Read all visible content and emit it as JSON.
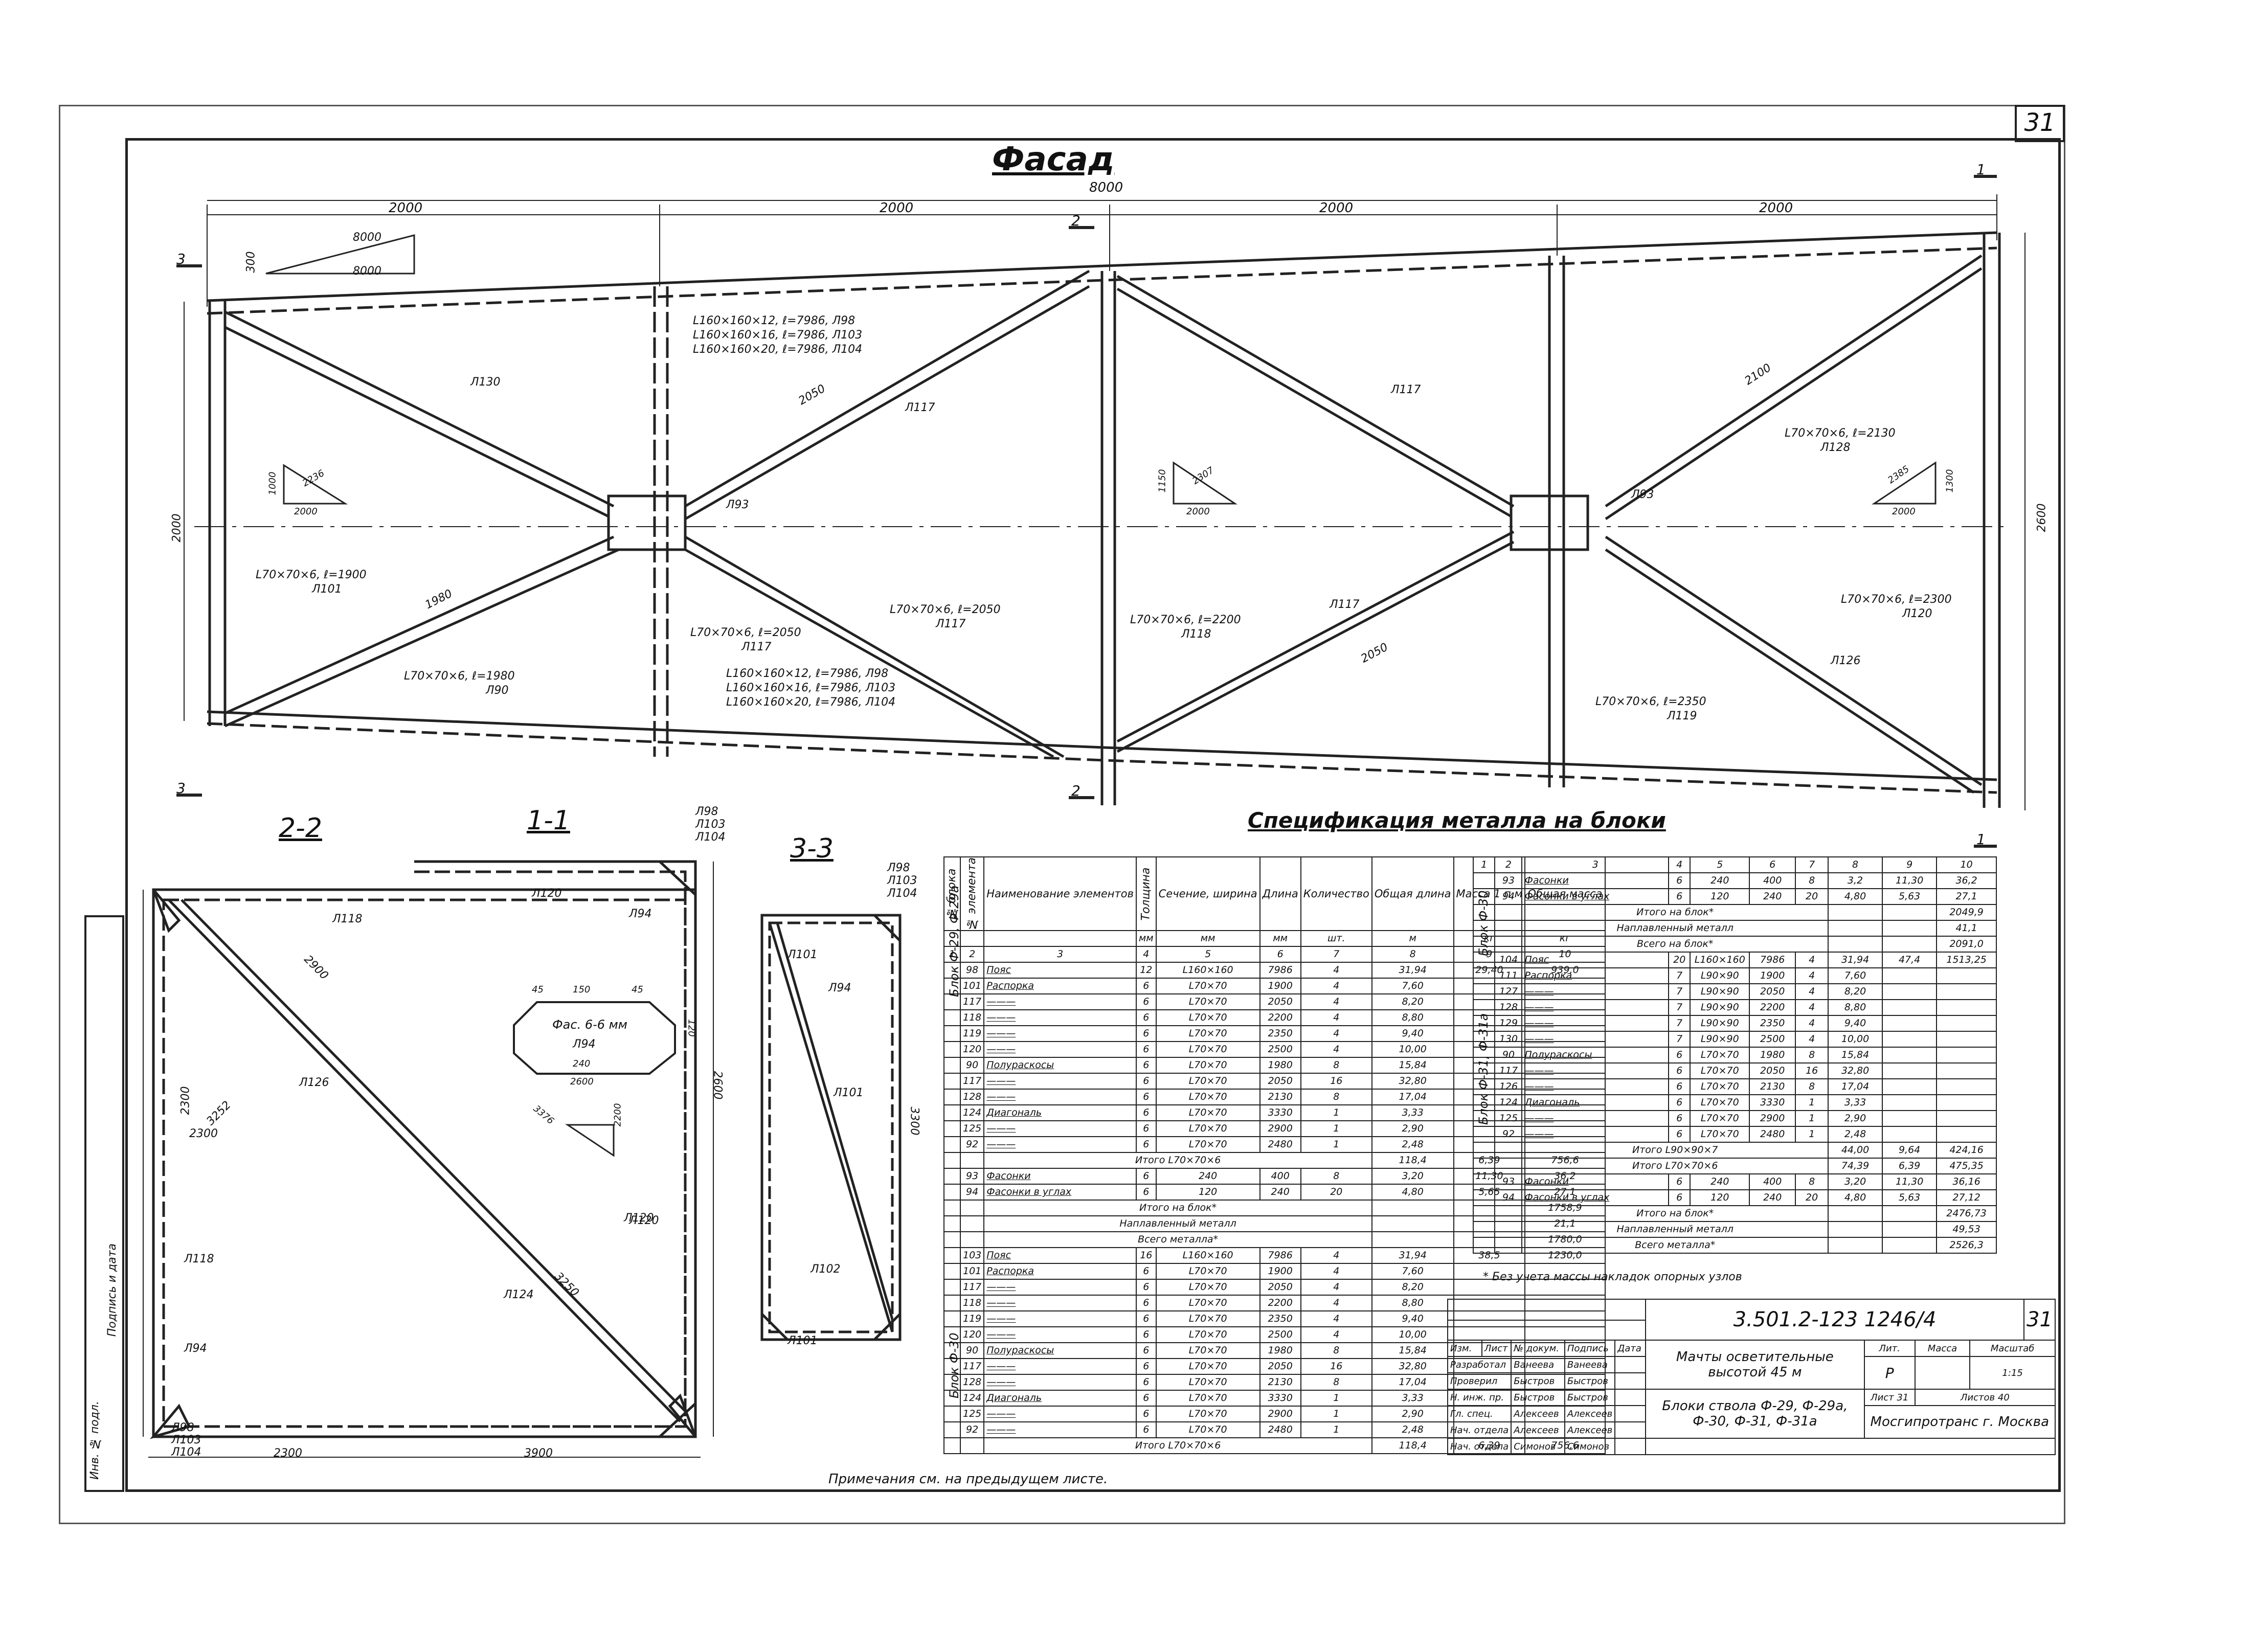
{
  "sheet": {
    "sheet_number": "31",
    "note": "Примечания см. на предыдущем листе."
  },
  "facade": {
    "title": "Фасад",
    "overall_dim": "8000",
    "panel_dims": [
      "2000",
      "2000",
      "2000",
      "2000"
    ],
    "height_left": "2000",
    "height_right": "2600",
    "slope_small": {
      "top": "8000",
      "bottom": "8000",
      "side": "300"
    },
    "section_marks": [
      "1",
      "2",
      "3"
    ],
    "labels": {
      "chord_top": "L160×160×12, ℓ=7986, Л98",
      "chord_top2": "L160×160×16, ℓ=7986, Л103",
      "chord_top3": "L160×160×20, ℓ=7986, Л104",
      "chord_bot": "L160×160×12, ℓ=7986, Л98",
      "chord_bot2": "L160×160×16, ℓ=7986, Л103",
      "chord_bot3": "L160×160×20, ℓ=7986, Л104",
      "m130": "Л130",
      "m117a": "Л117",
      "m117b": "Л117",
      "m117c": "Л117",
      "m93a": "Л93",
      "m93b": "Л93",
      "m101": "L70×70×6, ℓ=1900",
      "m101b": "Л101",
      "m90": "L70×70×6, ℓ=1980",
      "m90b": "Л90",
      "m117d": "L70×70×6, ℓ=2050",
      "m117db": "Л117",
      "m117e": "L70×70×6, ℓ=2050",
      "m117eb": "Л117",
      "m118": "L70×70×6, ℓ=2200",
      "m118b": "Л118",
      "m128": "L70×70×6, ℓ=2130",
      "m128b": "Л128",
      "m120": "L70×70×6, ℓ=2300",
      "m120b": "Л120",
      "m119": "L70×70×6, ℓ=2350",
      "m119b": "Л119",
      "m126": "Л126",
      "d1980": "1980",
      "d2050a": "2050",
      "d2050b": "2050",
      "d2100": "2100",
      "tri1": {
        "a": "1000",
        "b": "2000",
        "c": "2236"
      },
      "tri2": {
        "a": "1150",
        "b": "2000",
        "c": "2307"
      },
      "tri3": {
        "a": "1300",
        "b": "2000",
        "c": "2385"
      }
    }
  },
  "sections": {
    "s22": {
      "title": "2-2",
      "d1": "2300",
      "d2": "2300",
      "d3": "3252",
      "d4": "2300",
      "dims_bottom": "2300",
      "m118": "Л118",
      "m120": "Л120",
      "m126": "Л126",
      "m124": "Л124",
      "m94": "Л94",
      "m98": "Л98",
      "m103": "Л103",
      "m104": "Л104",
      "m3250": "3250",
      "m2900": "2900"
    },
    "s11": {
      "title": "1-1",
      "d1": "2600",
      "d2": "3900",
      "m120": "Л120",
      "m94": "Л94",
      "m98": "Л98",
      "m103": "Л103",
      "m104": "Л104",
      "gusset": "Фас. 6-6 мм",
      "gusset_no": "Л94",
      "g_w": "150",
      "g_45a": "45",
      "g_45b": "45",
      "g_120": "120",
      "g_240": "240",
      "g_2600": "2600",
      "g_2200": "2200",
      "g_3376": "3376"
    },
    "s33": {
      "title": "3-3",
      "d1": "3300",
      "m98": "Л98",
      "m103": "Л103",
      "m104": "Л104",
      "m101": "Л101",
      "m94": "Л94",
      "m102": "Л102",
      "m101b": "Л101",
      "m101c": "Л101"
    }
  },
  "spec": {
    "title": "Спецификация металла на блоки",
    "headers": [
      "№ блока",
      "№ элемента",
      "Наименование элементов",
      "Толщина",
      "Сечение, ширина",
      "Длина",
      "Количество",
      "Общая длина",
      "Масса 1 п.м",
      "Общая масса"
    ],
    "units": [
      "",
      "",
      "",
      "мм",
      "мм",
      "мм",
      "шт.",
      "м",
      "кг",
      "кг"
    ],
    "col_nums": [
      "1",
      "2",
      "3",
      "4",
      "5",
      "6",
      "7",
      "8",
      "9",
      "10"
    ],
    "block1": "Блок Ф-29, Ф-29а",
    "block2": "Блок Ф-30",
    "block3": "Блок Ф-31, Ф-31а",
    "block4": "Блок Ф-30",
    "left_rows": [
      [
        "98",
        "Пояс",
        "12",
        "L160×160",
        "7986",
        "4",
        "31,94",
        "29,40",
        "939,0"
      ],
      [
        "101",
        "Распорка",
        "6",
        "L70×70",
        "1900",
        "4",
        "7,60",
        "",
        ""
      ],
      [
        "117",
        "———",
        "6",
        "L70×70",
        "2050",
        "4",
        "8,20",
        "",
        ""
      ],
      [
        "118",
        "———",
        "6",
        "L70×70",
        "2200",
        "4",
        "8,80",
        "",
        ""
      ],
      [
        "119",
        "———",
        "6",
        "L70×70",
        "2350",
        "4",
        "9,40",
        "",
        ""
      ],
      [
        "120",
        "———",
        "6",
        "L70×70",
        "2500",
        "4",
        "10,00",
        "",
        ""
      ],
      [
        "90",
        "Полураскосы",
        "6",
        "L70×70",
        "1980",
        "8",
        "15,84",
        "",
        ""
      ],
      [
        "117",
        "———",
        "6",
        "L70×70",
        "2050",
        "16",
        "32,80",
        "",
        ""
      ],
      [
        "128",
        "———",
        "6",
        "L70×70",
        "2130",
        "8",
        "17,04",
        "",
        ""
      ],
      [
        "124",
        "Диагональ",
        "6",
        "L70×70",
        "3330",
        "1",
        "3,33",
        "",
        ""
      ],
      [
        "125",
        "———",
        "6",
        "L70×70",
        "2900",
        "1",
        "2,90",
        "",
        ""
      ],
      [
        "92",
        "———",
        "6",
        "L70×70",
        "2480",
        "1",
        "2,48",
        "",
        ""
      ],
      [
        "",
        "Итого L70×70×6",
        "",
        "",
        "",
        "",
        "118,4",
        "6,39",
        "756,6"
      ],
      [
        "93",
        "Фасонки",
        "6",
        "240",
        "400",
        "8",
        "3,20",
        "11,30",
        "36,2"
      ],
      [
        "94",
        "Фасонки в углах",
        "6",
        "120",
        "240",
        "20",
        "4,80",
        "5,65",
        "27,1"
      ],
      [
        "",
        "Итого на блок*",
        "",
        "",
        "",
        "",
        "",
        "",
        "1758,9"
      ],
      [
        "",
        "Наплавленный металл",
        "",
        "",
        "",
        "",
        "",
        "",
        "21,1"
      ],
      [
        "",
        "Всего металла*",
        "",
        "",
        "",
        "",
        "",
        "",
        "1780,0"
      ],
      [
        "103",
        "Пояс",
        "16",
        "L160×160",
        "7986",
        "4",
        "31,94",
        "38,5",
        "1230,0"
      ],
      [
        "101",
        "Распорка",
        "6",
        "L70×70",
        "1900",
        "4",
        "7,60",
        "",
        ""
      ],
      [
        "117",
        "———",
        "6",
        "L70×70",
        "2050",
        "4",
        "8,20",
        "",
        ""
      ],
      [
        "118",
        "———",
        "6",
        "L70×70",
        "2200",
        "4",
        "8,80",
        "",
        ""
      ],
      [
        "119",
        "———",
        "6",
        "L70×70",
        "2350",
        "4",
        "9,40",
        "",
        ""
      ],
      [
        "120",
        "———",
        "6",
        "L70×70",
        "2500",
        "4",
        "10,00",
        "",
        ""
      ],
      [
        "90",
        "Полураскосы",
        "6",
        "L70×70",
        "1980",
        "8",
        "15,84",
        "",
        ""
      ],
      [
        "117",
        "———",
        "6",
        "L70×70",
        "2050",
        "16",
        "32,80",
        "",
        ""
      ],
      [
        "128",
        "———",
        "6",
        "L70×70",
        "2130",
        "8",
        "17,04",
        "",
        ""
      ],
      [
        "124",
        "Диагональ",
        "6",
        "L70×70",
        "3330",
        "1",
        "3,33",
        "",
        ""
      ],
      [
        "125",
        "———",
        "6",
        "L70×70",
        "2900",
        "1",
        "2,90",
        "",
        ""
      ],
      [
        "92",
        "———",
        "6",
        "L70×70",
        "2480",
        "1",
        "2,48",
        "",
        ""
      ],
      [
        "",
        "Итого L70×70×6",
        "",
        "",
        "",
        "",
        "118,4",
        "6,39",
        "756,6"
      ]
    ],
    "right_rows": [
      [
        "93",
        "Фасонки",
        "6",
        "240",
        "400",
        "8",
        "3,2",
        "11,30",
        "36,2"
      ],
      [
        "94",
        "Фасонки в углах",
        "6",
        "120",
        "240",
        "20",
        "4,80",
        "5,63",
        "27,1"
      ],
      [
        "",
        "Итого на блок*",
        "",
        "",
        "",
        "",
        "",
        "",
        "2049,9"
      ],
      [
        "",
        "Наплавленный металл",
        "",
        "",
        "",
        "",
        "",
        "",
        "41,1"
      ],
      [
        "",
        "Всего на блок*",
        "",
        "",
        "",
        "",
        "",
        "",
        "2091,0"
      ],
      [
        "104",
        "Пояс",
        "20",
        "L160×160",
        "7986",
        "4",
        "31,94",
        "47,4",
        "1513,25"
      ],
      [
        "111",
        "Распорка",
        "7",
        "L90×90",
        "1900",
        "4",
        "7,60",
        "",
        ""
      ],
      [
        "127",
        "———",
        "7",
        "L90×90",
        "2050",
        "4",
        "8,20",
        "",
        ""
      ],
      [
        "128",
        "———",
        "7",
        "L90×90",
        "2200",
        "4",
        "8,80",
        "",
        ""
      ],
      [
        "129",
        "———",
        "7",
        "L90×90",
        "2350",
        "4",
        "9,40",
        "",
        ""
      ],
      [
        "130",
        "———",
        "7",
        "L90×90",
        "2500",
        "4",
        "10,00",
        "",
        ""
      ],
      [
        "90",
        "Полураскосы",
        "6",
        "L70×70",
        "1980",
        "8",
        "15,84",
        "",
        ""
      ],
      [
        "117",
        "———",
        "6",
        "L70×70",
        "2050",
        "16",
        "32,80",
        "",
        ""
      ],
      [
        "126",
        "———",
        "6",
        "L70×70",
        "2130",
        "8",
        "17,04",
        "",
        ""
      ],
      [
        "124",
        "Диагональ",
        "6",
        "L70×70",
        "3330",
        "1",
        "3,33",
        "",
        ""
      ],
      [
        "125",
        "———",
        "6",
        "L70×70",
        "2900",
        "1",
        "2,90",
        "",
        ""
      ],
      [
        "92",
        "———",
        "6",
        "L70×70",
        "2480",
        "1",
        "2,48",
        "",
        ""
      ],
      [
        "",
        "Итого L90×90×7",
        "",
        "",
        "",
        "",
        "44,00",
        "9,64",
        "424,16"
      ],
      [
        "",
        "Итого L70×70×6",
        "",
        "",
        "",
        "",
        "74,39",
        "6,39",
        "475,35"
      ],
      [
        "93",
        "Фасонки",
        "6",
        "240",
        "400",
        "8",
        "3,20",
        "11,30",
        "36,16"
      ],
      [
        "94",
        "Фасонки в углах",
        "6",
        "120",
        "240",
        "20",
        "4,80",
        "5,63",
        "27,12"
      ],
      [
        "",
        "Итого на блок*",
        "",
        "",
        "",
        "",
        "",
        "",
        "2476,73"
      ],
      [
        "",
        "Наплавленный металл",
        "",
        "",
        "",
        "",
        "",
        "",
        "49,53"
      ],
      [
        "",
        "Всего металла*",
        "",
        "",
        "",
        "",
        "",
        "",
        "2526,3"
      ]
    ],
    "footnote": "* Без учета массы накладок опорных узлов"
  },
  "title_block": {
    "doc_code": "3.501.2-123",
    "doc_code2": "1246/4",
    "sheet": "31",
    "staff_header": [
      "Изм.",
      "Лист",
      "№ докум.",
      "Подпись",
      "Дата"
    ],
    "staff": [
      [
        "Разработал",
        "Ванеева",
        "Ванеева"
      ],
      [
        "Проверил",
        "Быстров",
        "Быстров"
      ],
      [
        "Н. инж. пр.",
        "Быстров",
        "Быстров"
      ],
      [
        "Гл. спец.",
        "Алексеев",
        "Алексеев"
      ],
      [
        "Нач. отдела",
        "Алексеев",
        "Алексеев"
      ],
      [
        "Нач. отдела",
        "Симонов",
        "Симонов"
      ]
    ],
    "object": "Мачты осветительные высотой 45 м",
    "content": "Блоки ствола Ф-29, Ф-29а, Ф-30, Ф-31, Ф-31а",
    "stage_label": "Лит.",
    "stage": "Р",
    "mass_label": "Масса",
    "scale_label": "Масштаб",
    "scale": "1:15",
    "sheet_label": "Лист 31",
    "sheets_label": "Листов 40",
    "org": "Мосгипротранс г. Москва"
  },
  "sidebox": [
    "Инв. № подл.",
    "Подпись и дата"
  ]
}
